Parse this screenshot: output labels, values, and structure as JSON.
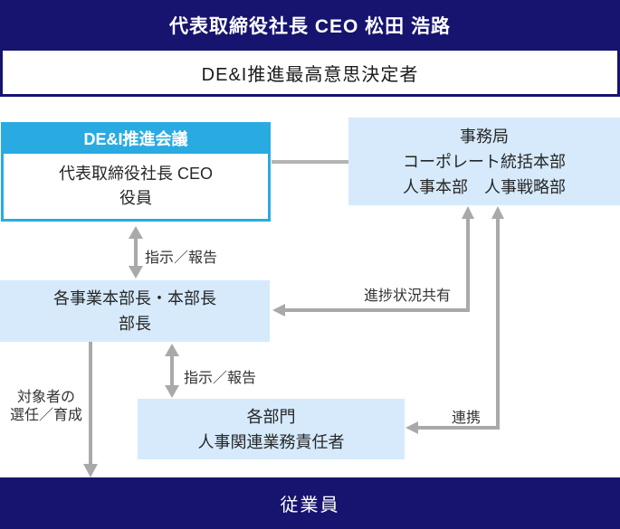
{
  "header": {
    "title": "代表取締役社長 CEO 松田 浩路",
    "subtitle": "DE&I推進最高意思決定者"
  },
  "council_box": {
    "header": "DE&I推進会議",
    "line1": "代表取締役社長 CEO",
    "line2": "役員"
  },
  "secretariat_box": {
    "line1": "事務局",
    "line2": "コーポレート統括本部",
    "line3": "人事本部　人事戦略部"
  },
  "dept_heads_box": {
    "line1": "各事業本部長・本部長",
    "line2": "部長"
  },
  "departments_box": {
    "line1": "各部門",
    "line2": "人事関連業務責任者"
  },
  "footer": {
    "label": "従業員"
  },
  "arrow_labels": {
    "instruct_report_top": "指示／報告",
    "progress_share": "進捗状況共有",
    "instruct_report_bottom": "指示／報告",
    "cooperation": "連携",
    "selection_line1": "対象者の",
    "selection_line2": "選任／育成"
  },
  "colors": {
    "navy": "#16146E",
    "cyan": "#29ABE2",
    "light_blue": "#D6EAFB",
    "arrow_gray": "#A9A9A9",
    "text_dark": "#262626"
  }
}
